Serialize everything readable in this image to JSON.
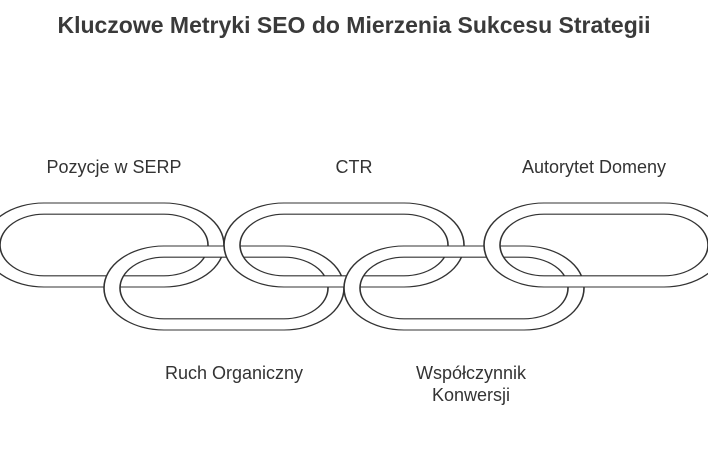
{
  "title": "Kluczowe Metryki SEO do Mierzenia Sukcesu Strategii",
  "links": [
    {
      "label": "Pozycje w SERP",
      "position": "top"
    },
    {
      "label": "Ruch Organiczny",
      "position": "bottom"
    },
    {
      "label": "CTR",
      "position": "top"
    },
    {
      "label": "Współczynnik Konwersji",
      "position": "bottom"
    },
    {
      "label": "Autorytet Domeny",
      "position": "top"
    }
  ],
  "colors": {
    "stroke": "#333333",
    "fill": "#ffffff",
    "text": "#333333"
  }
}
